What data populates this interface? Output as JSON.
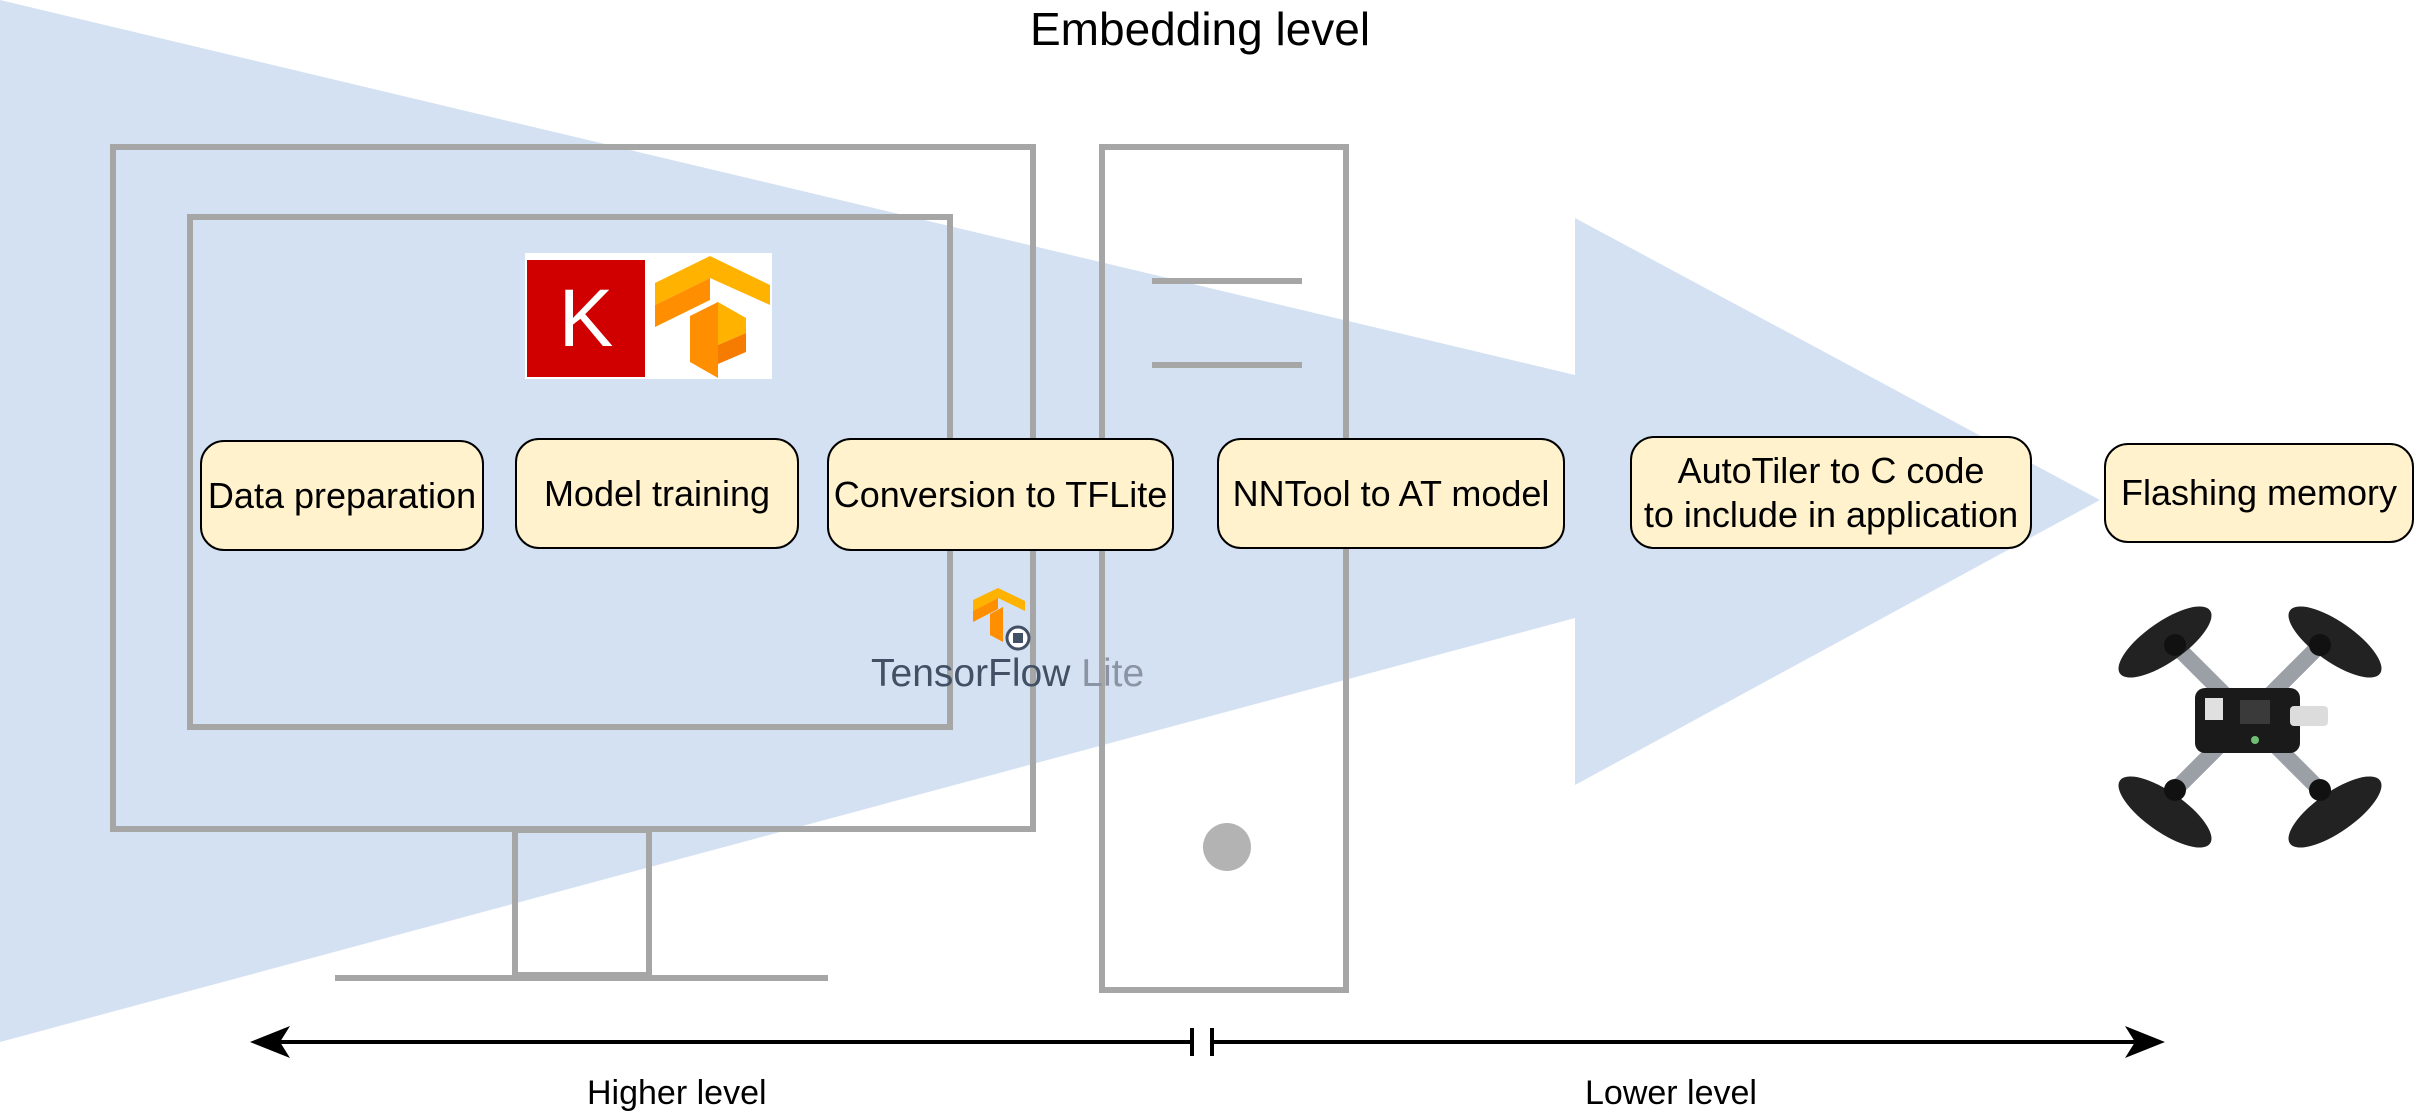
{
  "title": "Embedding level",
  "steps": [
    "Data preparation",
    "Model training",
    "Conversion to TFLite",
    "NNTool to AT model",
    "AutoTiler to C code",
    "to include in application",
    "Flashing memory"
  ],
  "axis": {
    "left_label": "Higher level",
    "right_label": "Lower level"
  },
  "logos": {
    "keras_letter": "K",
    "tflite_name": "TensorFlow",
    "tflite_suffix": "Lite"
  },
  "colors": {
    "arrow_fill": "#d4e1f2",
    "box_fill": "#fff2cc",
    "equipment_stroke": "#a6a6a6",
    "keras_red": "#d00000",
    "tensorflow_orange": "#ff8f00"
  },
  "icons": [
    "desktop-monitor-icon",
    "pc-tower-icon",
    "keras-logo",
    "tensorflow-logo",
    "tensorflow-lite-logo",
    "quadcopter-drone-icon"
  ]
}
